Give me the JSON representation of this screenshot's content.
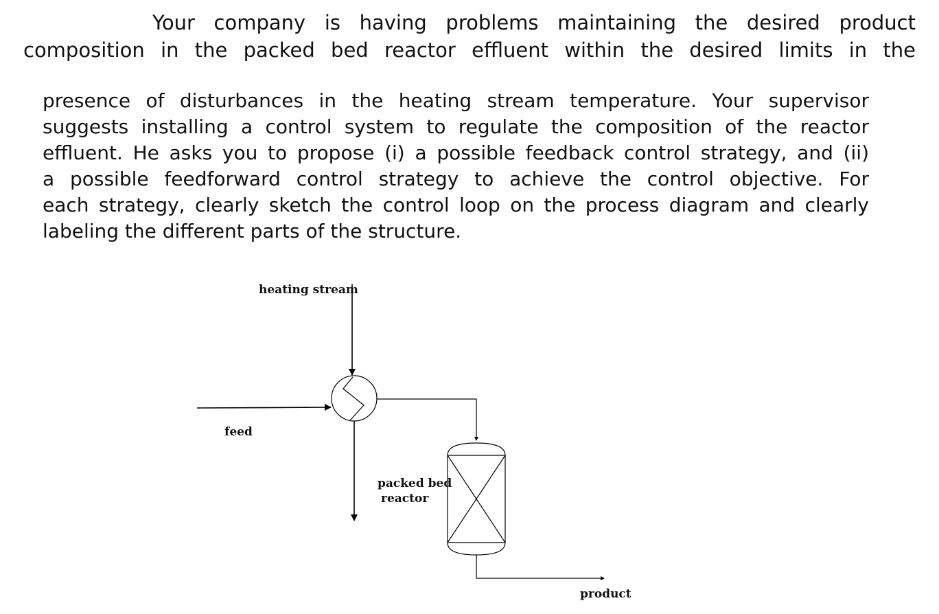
{
  "question": {
    "line1": "Your company is having problems maintaining the desired product",
    "line2": "composition in the packed bed reactor effluent within the desired limits in the",
    "para2_lines": [
      "presence of disturbances in the heating stream temperature. Your supervisor",
      "suggests installing a control system to regulate the composition of the reactor",
      "effluent. He asks you to propose (i) a possible feedback control strategy, and (ii)",
      "a possible feedforward control strategy to achieve the control objective. For",
      "each strategy, clearly sketch the control loop on the process diagram and clearly",
      "labeling the different parts of the structure."
    ]
  },
  "diagram": {
    "heating_stream_label": "heating stream",
    "feed_label": "feed",
    "reactor_label_line1": "packed bed",
    "reactor_label_line2": "reactor",
    "product_label": "product"
  }
}
